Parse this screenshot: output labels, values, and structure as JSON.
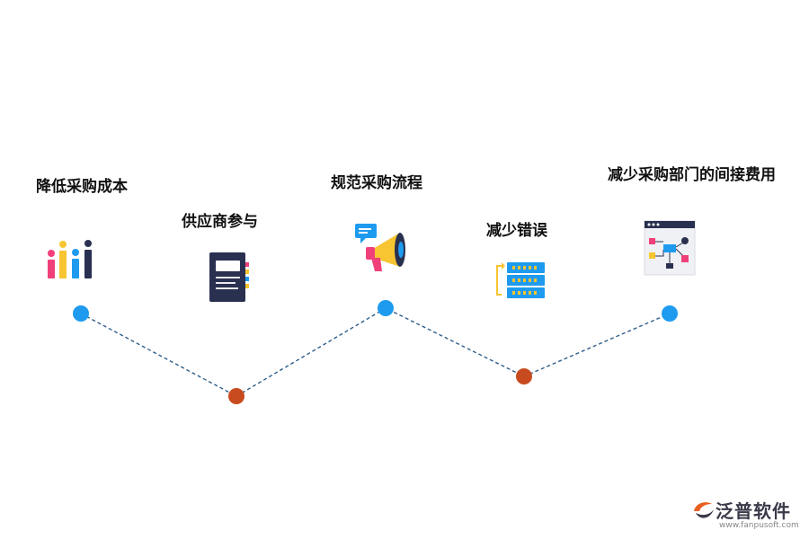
{
  "steps": [
    {
      "label": "降低采购成本",
      "icon": "bar-chart-icon",
      "marker_color": "#1e9bef"
    },
    {
      "label": "供应商参与",
      "icon": "notebook-icon",
      "marker_color": "#c84b1f"
    },
    {
      "label": "规范采购流程",
      "icon": "megaphone-icon",
      "marker_color": "#1e9bef"
    },
    {
      "label": "减少错误",
      "icon": "server-stack-icon",
      "marker_color": "#c84b1f"
    },
    {
      "label": "减少采购部门的间接费用",
      "icon": "flowchart-window-icon",
      "marker_color": "#1e9bef"
    }
  ],
  "connector_color": "#2f5d8a",
  "watermark": {
    "brand": "泛普软件",
    "url": "www.fanpusoft.com",
    "icon": "fanpu-logo-icon"
  }
}
